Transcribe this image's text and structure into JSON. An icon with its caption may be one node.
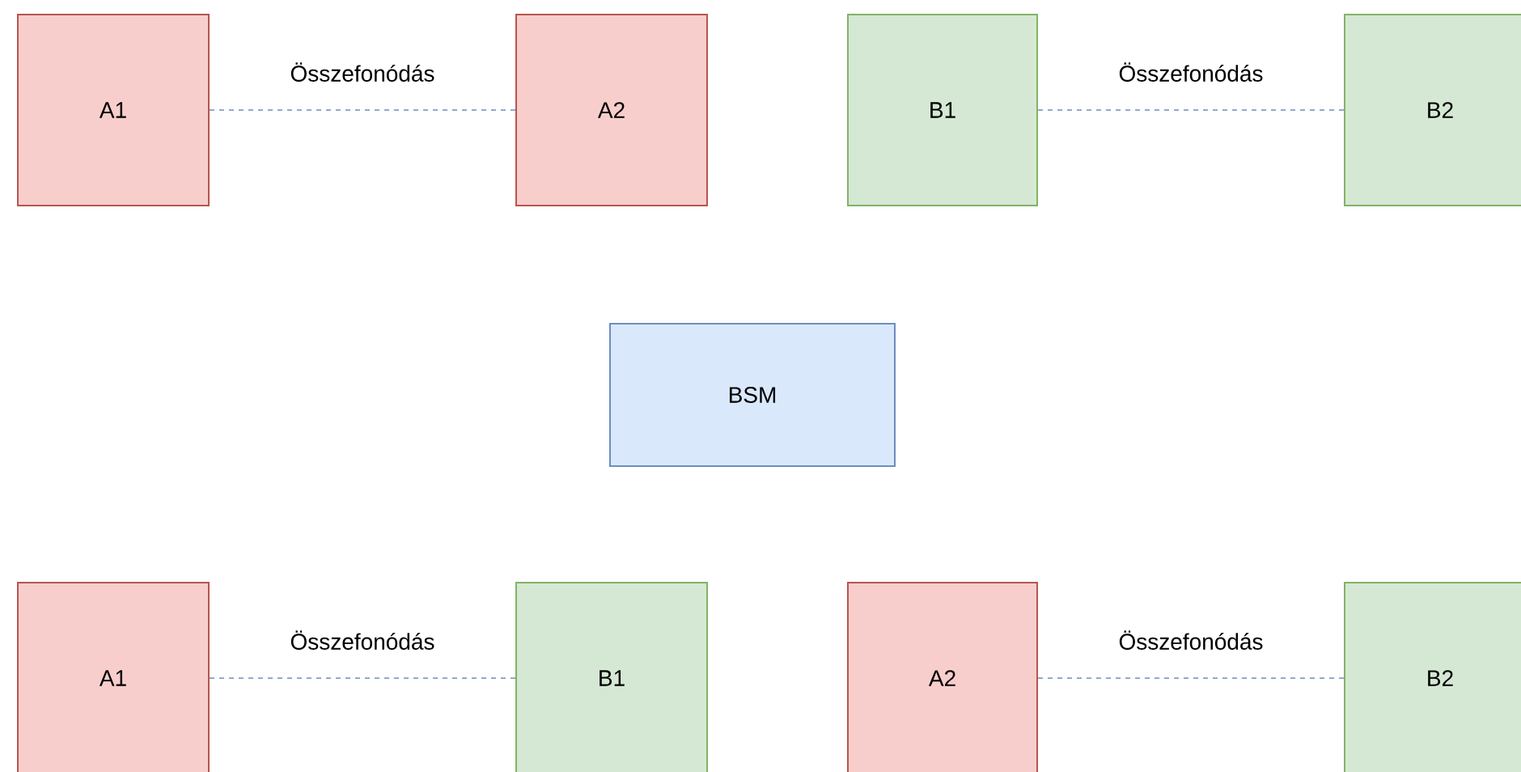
{
  "diagram": {
    "nodes": [
      {
        "text": [
          "A1"
        ]
      },
      {
        "text": [
          "A2"
        ]
      },
      {
        "text": [
          "B1"
        ]
      },
      {
        "text": [
          "B2"
        ]
      },
      {
        "text": [
          "BSM"
        ]
      },
      {
        "text": [
          "A1"
        ]
      },
      {
        "text": [
          "B1"
        ]
      },
      {
        "text": [
          "A2"
        ]
      },
      {
        "text": [
          "B2"
        ]
      }
    ],
    "edges": [
      {
        "from": 0,
        "to": 1,
        "arrow": "none",
        "style": "dashed",
        "label": "Összefonódás"
      },
      {
        "from": 2,
        "to": 3,
        "arrow": "none",
        "style": "dashed",
        "label": "Összefonódás"
      },
      {
        "from": 5,
        "to": 6,
        "arrow": "none",
        "style": "dashed",
        "label": "Összefonódás"
      },
      {
        "from": 7,
        "to": 8,
        "arrow": "none",
        "style": "dashed",
        "label": "Összefonódás"
      }
    ]
  }
}
